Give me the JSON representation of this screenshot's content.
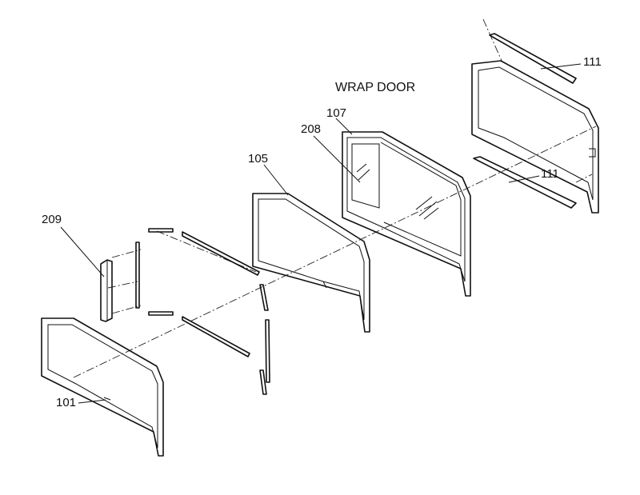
{
  "title": "WRAP DOOR",
  "callouts": {
    "p111_top": "111",
    "p111_bottom": "111",
    "p107": "107",
    "p208": "208",
    "p105": "105",
    "p209": "209",
    "p101": "101"
  }
}
